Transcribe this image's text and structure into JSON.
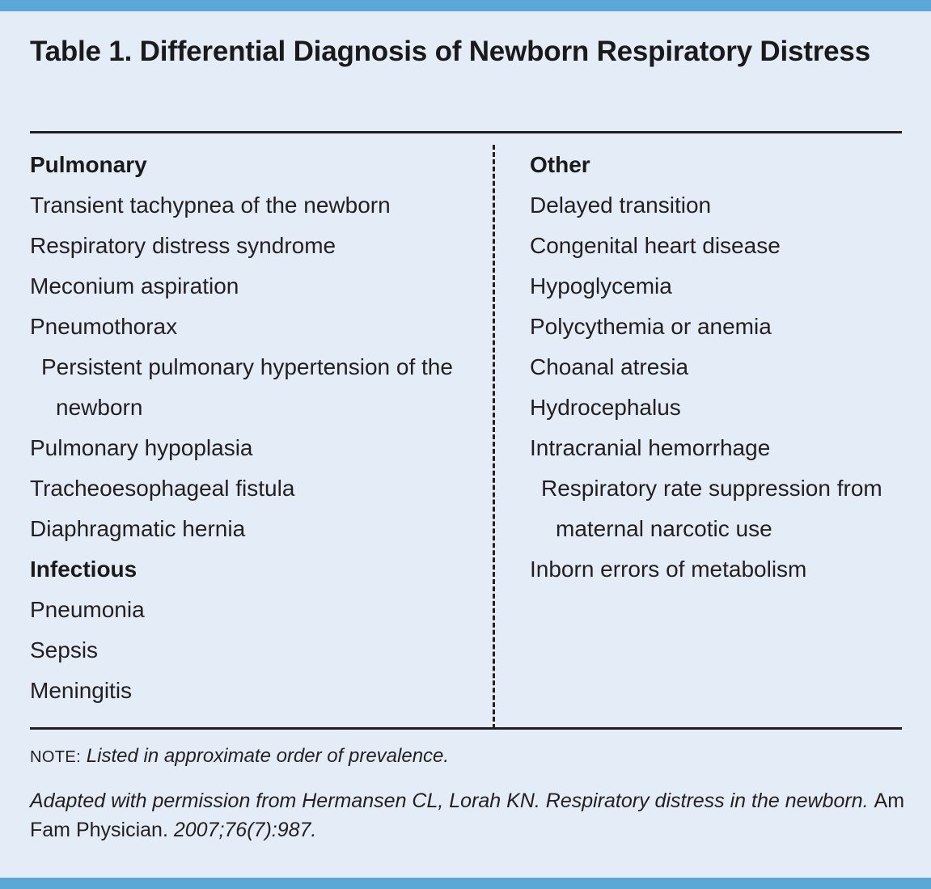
{
  "colors": {
    "accent_bar": "#5ba7d6",
    "background": "#e4edf7",
    "text": "#231f20",
    "rule": "#231f20"
  },
  "title": "Table 1. Differential Diagnosis of Newborn Respiratory Distress",
  "columns": {
    "left": {
      "groups": [
        {
          "heading": "Pulmonary",
          "items": [
            "Transient tachypnea of the newborn",
            "Respiratory distress syndrome",
            "Meconium aspiration",
            "Pneumothorax",
            "Persistent pulmonary hypertension of the newborn",
            "Pulmonary hypoplasia",
            "Tracheoesophageal fistula",
            "Diaphragmatic hernia"
          ]
        },
        {
          "heading": "Infectious",
          "items": [
            "Pneumonia",
            "Sepsis",
            "Meningitis"
          ]
        }
      ]
    },
    "right": {
      "groups": [
        {
          "heading": "Other",
          "items": [
            "Delayed transition",
            "Congenital heart disease",
            "Hypoglycemia",
            "Polycythemia or anemia",
            "Choanal atresia",
            "Hydrocephalus",
            "Intracranial hemorrhage",
            "Respiratory rate suppression from maternal narcotic use",
            "Inborn errors of metabolism"
          ]
        }
      ]
    }
  },
  "footer": {
    "note_label": "NOTE:",
    "note_text": "Listed in approximate order of prevalence.",
    "source_part1": "Adapted with permission from Hermansen CL, Lorah KN. Respiratory distress in the newborn.",
    "source_journal": "Am Fam Physician.",
    "source_part2": "2007;76(7):987."
  }
}
